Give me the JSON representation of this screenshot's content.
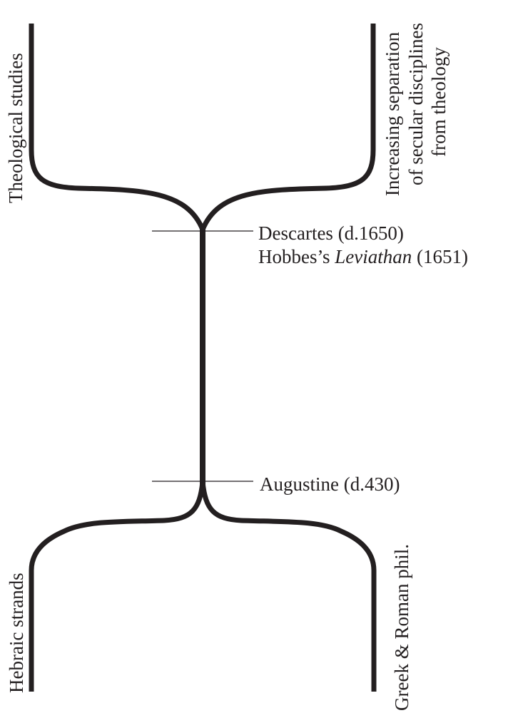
{
  "title": "Branching of theological studies and secular disciplines",
  "colors": {
    "line": "#231f20",
    "background": "#ffffff"
  },
  "branches": {
    "top_left": "Theological studies",
    "top_right": [
      "Increasing separation",
      "of secular disciplines",
      "from theology"
    ],
    "bottom_left": "Hebraic strands",
    "bottom_right": "Greek & Roman phil."
  },
  "markers": {
    "split": {
      "line1": "Descartes (d.1650)",
      "line2_prefix": "Hobbes’s ",
      "line2_italic": "Leviathan",
      "line2_suffix": " (1651)"
    },
    "merge": {
      "line1": "Augustine (d.430)"
    }
  }
}
